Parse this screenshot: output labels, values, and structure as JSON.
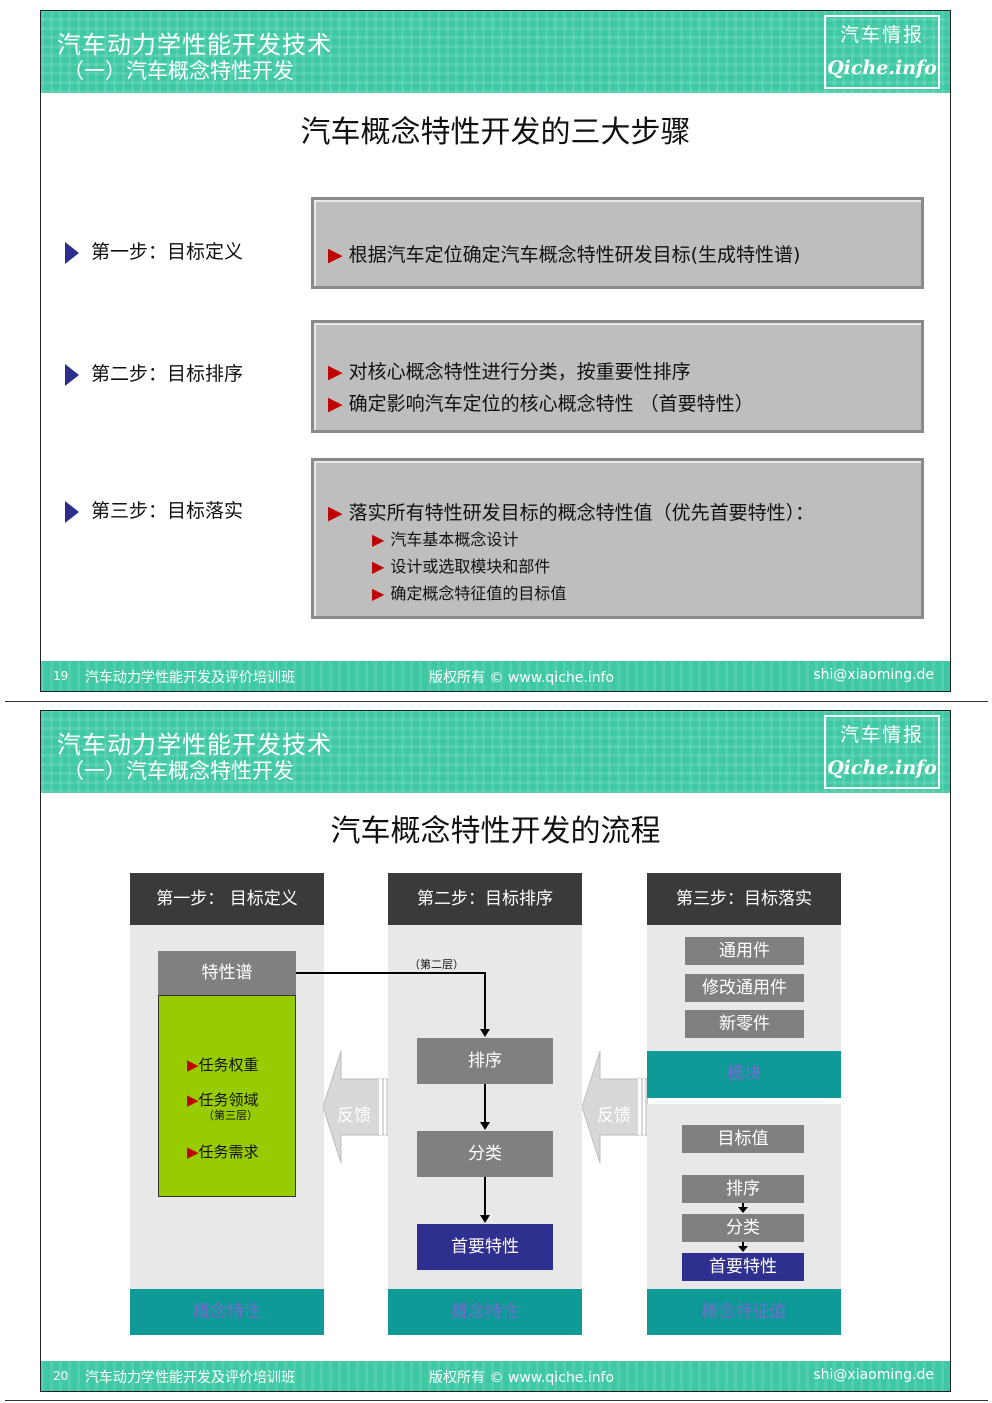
{
  "header": {
    "title": "汽车动力学性能开发技术",
    "subtitle": "（一）汽车概念特性开发",
    "logo_cn": "汽车情报",
    "logo_en": "Qiche.info"
  },
  "footer": {
    "course": "汽车动力学性能开发及评价培训班",
    "copyright": "版权所有 © www.qiche.info",
    "email": "shi@xiaoming.de"
  },
  "slide1": {
    "page_number": "19",
    "title": "汽车概念特性开发的三大步骤",
    "steps": [
      {
        "label": "第一步：目标定义",
        "bullets": [
          "根据汽车定位确定汽车概念特性研发目标(生成特性谱)"
        ],
        "sub_bullets": []
      },
      {
        "label": "第二步：目标排序",
        "bullets": [
          "对核心概念特性进行分类，按重要性排序",
          "确定影响汽车定位的核心概念特性 （首要特性）"
        ],
        "sub_bullets": []
      },
      {
        "label": "第三步：目标落实",
        "bullets": [
          "落实所有特性研发目标的概念特性值（优先首要特性）："
        ],
        "sub_bullets": [
          "汽车基本概念设计",
          "设计或选取模块和部件",
          "确定概念特征值的目标值"
        ]
      }
    ]
  },
  "slide2": {
    "page_number": "20",
    "title": "汽车概念特性开发的流程",
    "col1": {
      "header": "第一步：  目标定义",
      "box": "特性谱",
      "items": [
        "任务权重",
        "任务领域",
        "任务需求"
      ],
      "layer_note": "（第三层）",
      "footer": "概念特性"
    },
    "col2": {
      "header": "第二步：目标排序",
      "layer_note": "（第二层）",
      "box1": "排序",
      "box2": "分类",
      "box3": "首要特性",
      "footer": "概念特性"
    },
    "col3": {
      "header": "第三步：目标落实",
      "parts": [
        "通用件",
        "修改通用件",
        "新零件"
      ],
      "module": "模块",
      "target": "目标值",
      "sort": "排序",
      "classify": "分类",
      "primary": "首要特性",
      "footer": "概念特征值"
    },
    "feedback": "反馈",
    "colors": {
      "green": "#99cc00",
      "navy": "#2e2f8f",
      "teal": "#0f9a98"
    }
  }
}
